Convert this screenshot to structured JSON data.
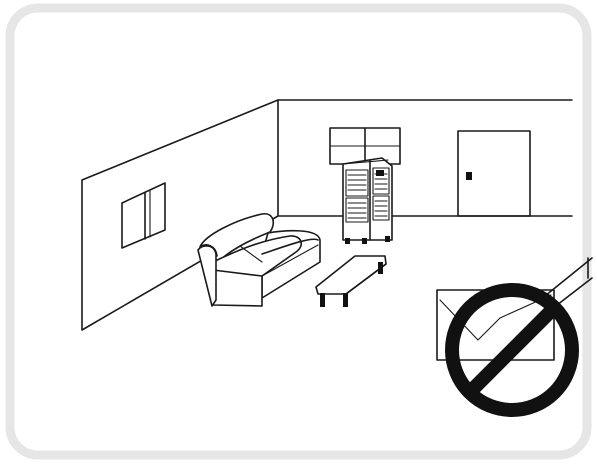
{
  "illustration": {
    "kind": "line-drawing",
    "scene": "room",
    "objects": [
      "cooler",
      "sofa",
      "coffee-table",
      "window",
      "window",
      "door",
      "prohibited-window"
    ]
  },
  "colors": {
    "frame": "#e6e6e6",
    "line": "#1a1a1a",
    "background": "#ffffff",
    "prohibition": "#111111"
  }
}
